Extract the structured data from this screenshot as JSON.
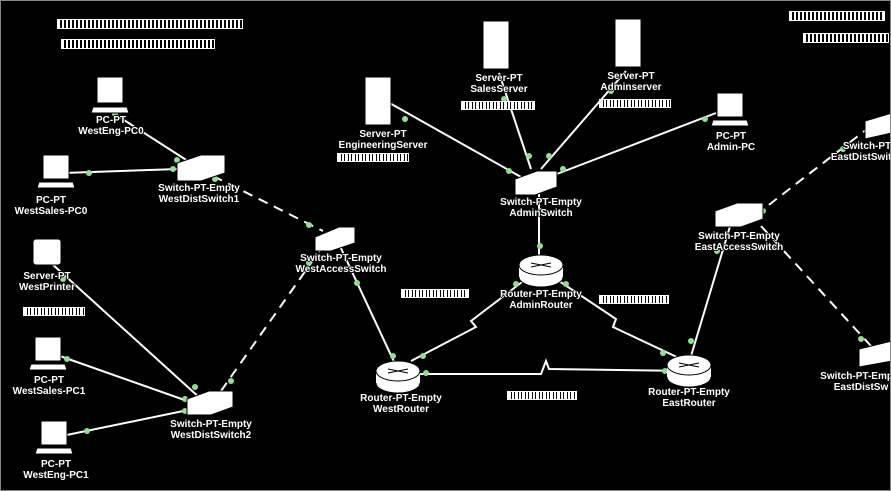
{
  "devices": {
    "west_eng_pc0": {
      "type": "PC-PT",
      "name": "WestEng-PC0"
    },
    "west_sales_pc0": {
      "type": "PC-PT",
      "name": "WestSales-PC0"
    },
    "west_dist_switch1": {
      "type": "Switch-PT-Empty",
      "name": "WestDistSwitch1"
    },
    "west_printer": {
      "type": "Server-PT",
      "name": "WestPrinter"
    },
    "west_access_switch": {
      "type": "Switch-PT-Empty",
      "name": "WestAccessSwitch"
    },
    "west_sales_pc1": {
      "type": "PC-PT",
      "name": "WestSales-PC1"
    },
    "west_eng_pc1": {
      "type": "PC-PT",
      "name": "WestEng-PC1"
    },
    "west_dist_switch2": {
      "type": "Switch-PT-Empty",
      "name": "WestDistSwitch2"
    },
    "engineering_server": {
      "type": "Server-PT",
      "name": "EngineeringServer"
    },
    "sales_server": {
      "type": "Server-PT",
      "name": "SalesServer"
    },
    "admin_server": {
      "type": "Server-PT",
      "name": "Adminserver"
    },
    "admin_pc": {
      "type": "PC-PT",
      "name": "Admin-PC"
    },
    "admin_switch": {
      "type": "Switch-PT-Empty",
      "name": "AdminSwitch"
    },
    "admin_router": {
      "type": "Router-PT-Empty",
      "name": "AdminRouter"
    },
    "west_router": {
      "type": "Router-PT-Empty",
      "name": "WestRouter"
    },
    "east_router": {
      "type": "Router-PT-Empty",
      "name": "EastRouter"
    },
    "east_access_switch": {
      "type": "Switch-PT-Empty",
      "name": "EastAccessSwitch"
    },
    "east_dist_switch1": {
      "type": "Switch-PT",
      "name": "EastDistSwitch"
    },
    "east_dist_switch2": {
      "type": "Switch-PT-Empty",
      "name": "EastDistSw"
    }
  },
  "colors": {
    "background": "#000000",
    "link": "#ffffff",
    "link_dot": "#8fe08f",
    "device_fill": "#ffffff"
  }
}
